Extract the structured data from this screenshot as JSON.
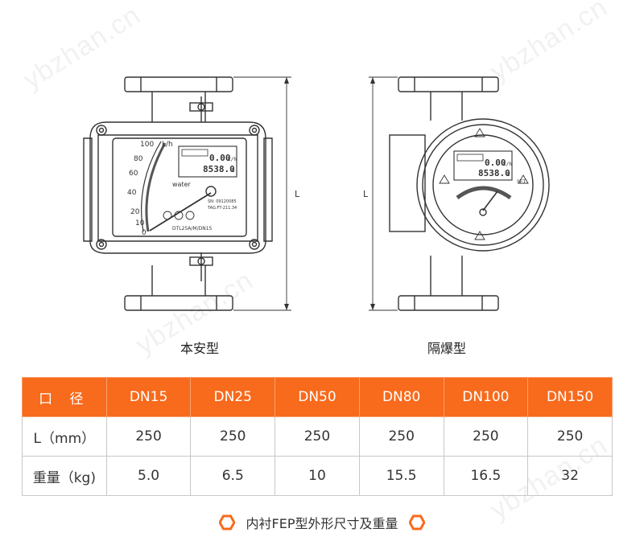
{
  "watermark": "ybzhan.cn",
  "captions": {
    "left": "本安型",
    "right": "隔爆型"
  },
  "meter_left": {
    "scale_unit": "L/h",
    "scale_ticks": [
      "100",
      "80",
      "60",
      "40",
      "20",
      "10",
      "0"
    ],
    "lcd_value": "0.00",
    "lcd_unit": "L/h",
    "lcd_total": "8538.0",
    "lcd_total_unit": "L",
    "medium": "water",
    "model": "DTL25A/M/DN15",
    "sn": "SN: 09120085",
    "tag": "TAG:FT-211.34"
  },
  "meter_right": {
    "lcd_value": "0.00",
    "lcd_unit": "L/h",
    "lcd_total": "8538.0",
    "lcd_total_unit": "L",
    "set_label": "SET"
  },
  "dimension_label": "L",
  "table": {
    "headers": [
      "口 径",
      "DN15",
      "DN25",
      "DN50",
      "DN80",
      "DN100",
      "DN150"
    ],
    "rows": [
      {
        "label": "L（mm）",
        "values": [
          "250",
          "250",
          "250",
          "250",
          "250",
          "250"
        ]
      },
      {
        "label": "重量（kg)",
        "values": [
          "5.0",
          "6.5",
          "10",
          "15.5",
          "16.5",
          "32"
        ]
      }
    ]
  },
  "footer_title": "内衬FEP型外形尺寸及重量",
  "colors": {
    "accent": "#f86a1c",
    "line": "#333333"
  }
}
